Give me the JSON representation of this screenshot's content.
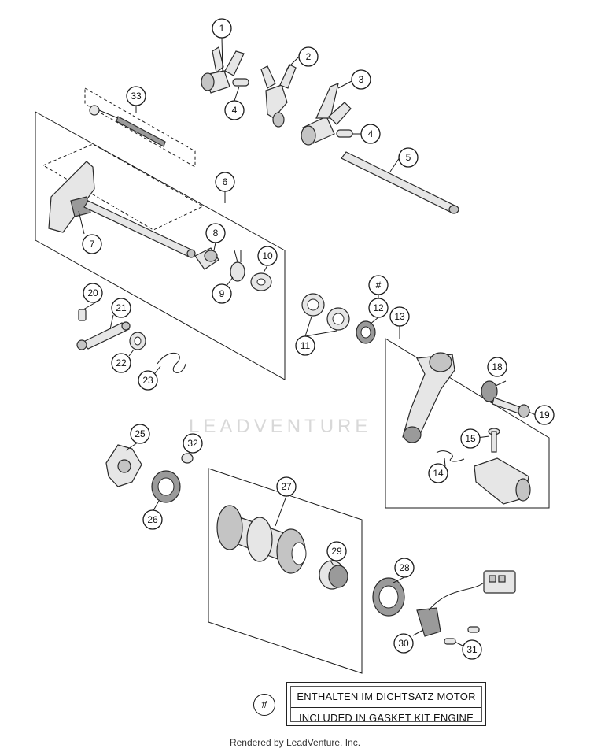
{
  "callouts": [
    {
      "id": "1",
      "label": "1"
    },
    {
      "id": "2",
      "label": "2"
    },
    {
      "id": "3",
      "label": "3"
    },
    {
      "id": "4a",
      "label": "4"
    },
    {
      "id": "4b",
      "label": "4"
    },
    {
      "id": "5",
      "label": "5"
    },
    {
      "id": "6",
      "label": "6"
    },
    {
      "id": "7",
      "label": "7"
    },
    {
      "id": "8",
      "label": "8"
    },
    {
      "id": "9",
      "label": "9"
    },
    {
      "id": "10",
      "label": "10"
    },
    {
      "id": "11",
      "label": "11"
    },
    {
      "id": "12",
      "label": "12"
    },
    {
      "id": "12h",
      "label": "#"
    },
    {
      "id": "13",
      "label": "13"
    },
    {
      "id": "14",
      "label": "14"
    },
    {
      "id": "15",
      "label": "15"
    },
    {
      "id": "18",
      "label": "18"
    },
    {
      "id": "19",
      "label": "19"
    },
    {
      "id": "20",
      "label": "20"
    },
    {
      "id": "21",
      "label": "21"
    },
    {
      "id": "22",
      "label": "22"
    },
    {
      "id": "23",
      "label": "23"
    },
    {
      "id": "25",
      "label": "25"
    },
    {
      "id": "26",
      "label": "26"
    },
    {
      "id": "27",
      "label": "27"
    },
    {
      "id": "28",
      "label": "28"
    },
    {
      "id": "29",
      "label": "29"
    },
    {
      "id": "30",
      "label": "30"
    },
    {
      "id": "31",
      "label": "31"
    },
    {
      "id": "32",
      "label": "32"
    },
    {
      "id": "33",
      "label": "33"
    }
  ],
  "legend": {
    "symbol": "#",
    "line_de": "ENTHALTEN IM DICHTSATZ MOTOR",
    "line_en": "INCLUDED IN GASKET KIT ENGINE"
  },
  "watermark": "LEADVENTURE",
  "footer": "Rendered by LeadVenture, Inc."
}
